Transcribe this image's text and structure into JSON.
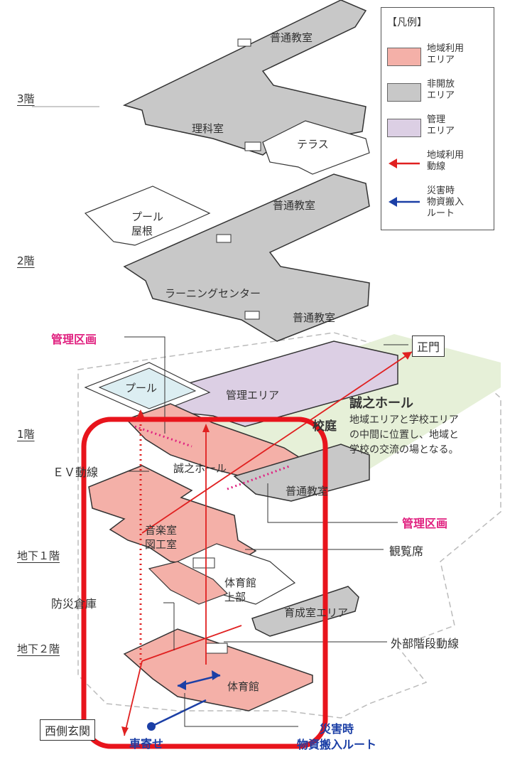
{
  "legend": {
    "title": "【凡例】",
    "items": [
      {
        "label": "地域利用\nエリア",
        "color": "#f4b0a8",
        "kind": "swatch"
      },
      {
        "label": "非開放\nエリア",
        "color": "#c8c8c8",
        "kind": "swatch"
      },
      {
        "label": "管理\nエリア",
        "color": "#dccfe4",
        "kind": "swatch"
      },
      {
        "label": "地域利用\n動線",
        "color": "#e02020",
        "kind": "arrow"
      },
      {
        "label": "災害時\n物資搬入\nルート",
        "color": "#1b3fa6",
        "kind": "arrow"
      }
    ]
  },
  "floors": {
    "f3": "3階",
    "f2": "2階",
    "f1": "1階",
    "b1": "地下１階",
    "b2": "地下２階"
  },
  "rooms": {
    "classroom_3f": "普通教室",
    "science": "理科室",
    "terrace": "テラス",
    "pool_roof": "プール\n屋根",
    "classroom_2f_a": "普通教室",
    "learning_center": "ラーニングセンター",
    "classroom_2f_b": "普通教室",
    "pool": "プール",
    "admin_area": "管理エリア",
    "courtyard": "校庭",
    "seinoshin_hall": "誠之ホール",
    "classroom_1f": "普通教室",
    "music_art": "音楽室\n図工室",
    "gym_upper": "体育館\n上部",
    "ikusei_area": "育成室エリア",
    "gym": "体育館"
  },
  "callouts": {
    "admin_zone_top": "管理区画",
    "admin_zone_right": "管理区画",
    "ev_line": "ＥＶ動線",
    "seats": "観覧席",
    "storage": "防災倉庫",
    "external_stairs": "外部階段動線",
    "main_gate": "正門",
    "west_entrance": "西側玄関",
    "car_drop": "車寄せ",
    "disaster_route": "災害時\n物資搬入ルート"
  },
  "hall_desc": {
    "title": "誠之ホール",
    "body": "地域エリアと学校エリア\nの中間に位置し、地域と\n学校の交流の場となる。"
  },
  "colors": {
    "community": "#f4b0a8",
    "closed": "#c8c8c8",
    "admin": "#dccfe4",
    "courtyard": "#e6f0d8",
    "pool": "#dceef2",
    "community_route": "#e02020",
    "disaster_route": "#1b3fa6",
    "highlight_frame": "#e8141c",
    "admin_zone_text": "#e0207f"
  }
}
